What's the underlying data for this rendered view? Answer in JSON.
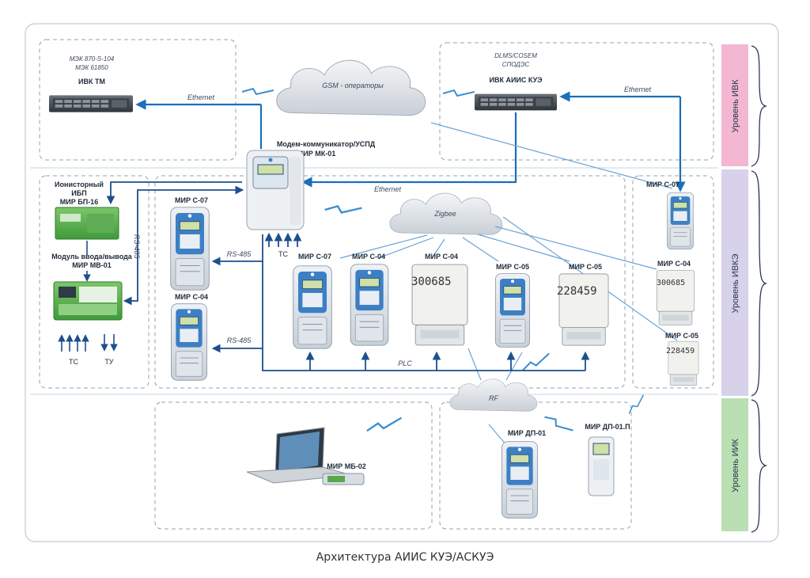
{
  "caption": "Архитектура АИИС КУЭ/АСКУЭ",
  "levels": [
    {
      "label": "Уровень ИВК",
      "color": "#f3b7d2"
    },
    {
      "label": "Уровень ИВКЭ",
      "color": "#d7d2ea"
    },
    {
      "label": "Уровень ИИК",
      "color": "#b9dfb3"
    }
  ],
  "ivk_tm": {
    "proto1": "МЭК 870-S-104",
    "proto2": "МЭК 61850",
    "title": "ИВК ТМ"
  },
  "ivk_aiis": {
    "proto1": "DLMS/COSEM",
    "proto2": "СПОДЭС",
    "title": "ИВК АИИС КУЭ"
  },
  "links": {
    "ethernet": "Ethernet",
    "gsm": "GSM - операторы",
    "zigbee": "Zigbee",
    "rf": "RF",
    "plc": "PLC",
    "rs485": "RS-485"
  },
  "modem": {
    "line1": "Модем-коммуникатор/УСПД",
    "line2": "МИР МК-01",
    "tc": "ТС"
  },
  "ups": {
    "line1": "Ионисторный",
    "line2": "ИБП",
    "line3": "МИР БП-16"
  },
  "io_module": {
    "line1": "Модуль ввода/вывода",
    "line2": "МИР МВ-01",
    "tc": "ТС",
    "tu": "ТУ"
  },
  "meters": {
    "left_c07": "МИР С-07",
    "left_c04": "МИР С-04",
    "row": [
      "МИР С-07",
      "МИР С-04",
      "МИР С-04",
      "МИР С-05",
      "МИР С-05"
    ],
    "row_digits": [
      "300685",
      "228459"
    ],
    "right_c07": "МИР С-07",
    "right_c04": "МИР С-04",
    "right_c05": "МИР С-05",
    "right_digits": [
      "300685",
      "228459"
    ]
  },
  "bottom": {
    "mb02": "МИР МБ-02",
    "dp01": "МИР ДП-01",
    "dp01p": "МИР ДП-01.П"
  }
}
